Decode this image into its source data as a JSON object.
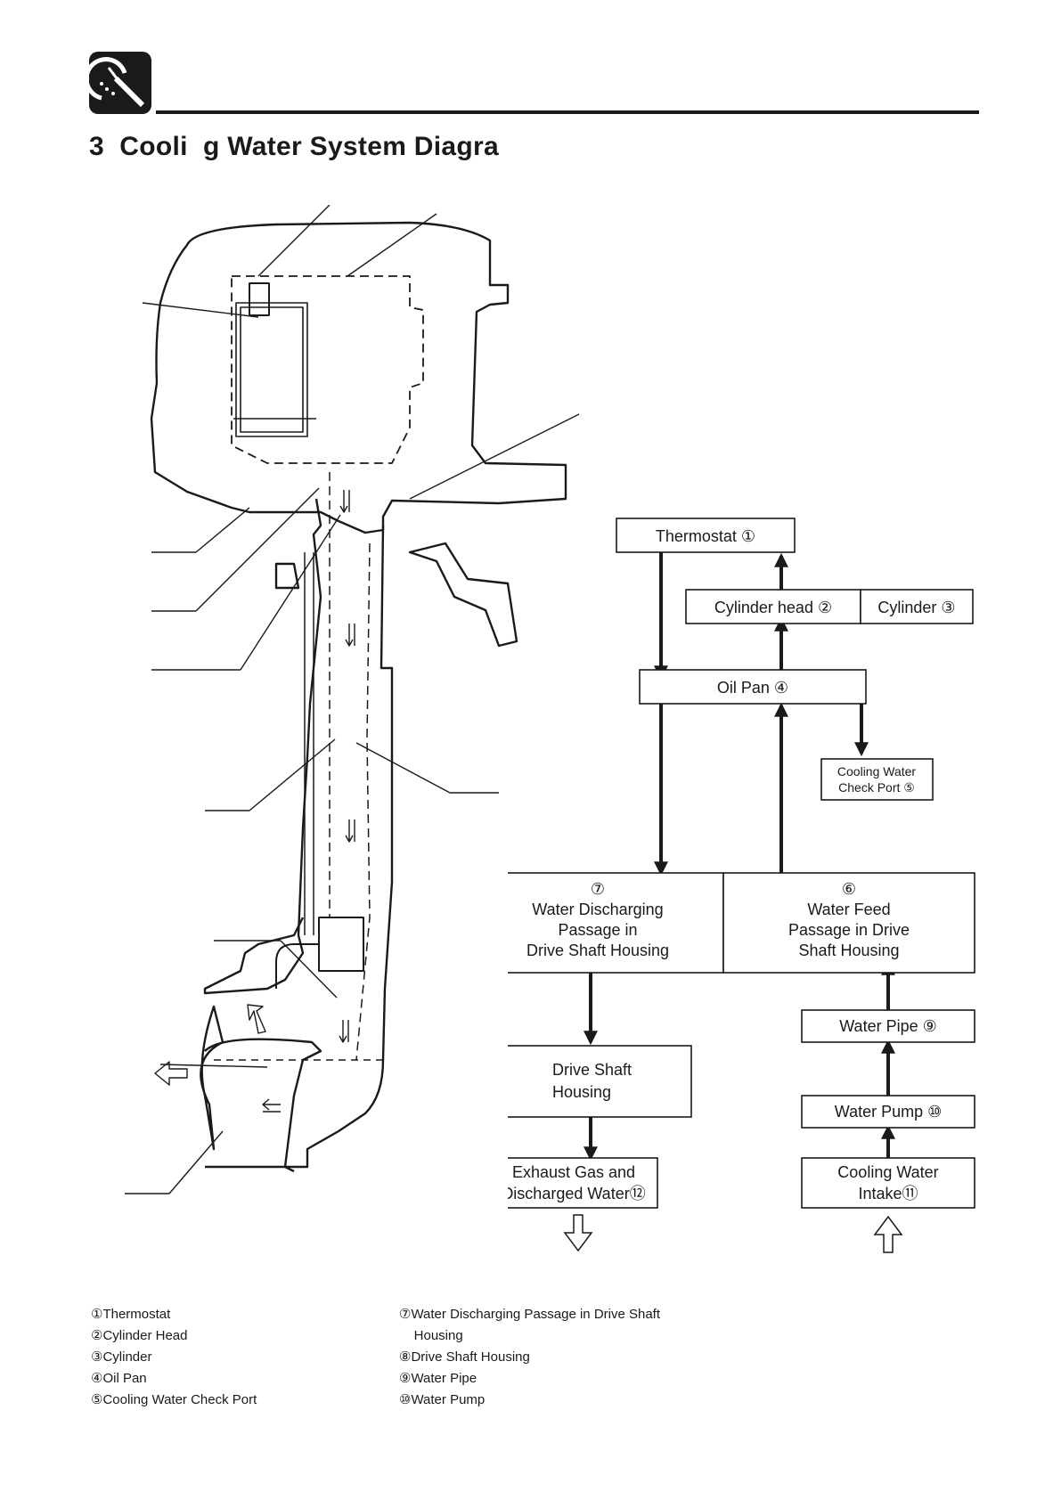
{
  "header": {
    "icon": "micrometer-icon",
    "title": "3  Cooli  g Water System Diagra"
  },
  "flow": {
    "thermostat": "Thermostat ①",
    "cylinder_head": "Cylinder head ②",
    "cylinder": "Cylinder ③",
    "oil_pan": "Oil Pan ④",
    "check_port_l1": "Cooling Water",
    "check_port_l2": "Check Port ⑤",
    "discharging_num": "⑦",
    "discharging_l1": "Water Discharging",
    "discharging_l2": "Passage in",
    "discharging_l3": "Drive Shaft Housing",
    "feed_num": "⑥",
    "feed_l1": "Water Feed",
    "feed_l2": "Passage in Drive",
    "feed_l3": "Shaft Housing",
    "drive_shaft_l1": "Drive Shaft",
    "drive_shaft_l2": "Housing",
    "water_pipe": "Water Pipe ⑨",
    "water_pump": "Water Pump ⑩",
    "exhaust_l1": "Exhaust Gas and",
    "exhaust_l2": "Discharged Water⑫",
    "intake_l1": "Cooling Water",
    "intake_l2": "Intake⑪"
  },
  "legend": {
    "left": [
      "①Thermostat",
      "②Cylinder Head",
      "③Cylinder",
      "④Oil Pan",
      "⑤Cooling Water Check Port"
    ],
    "right": [
      "⑦Water Discharging Passage in Drive Shaft",
      "    Housing",
      "⑧Drive Shaft Housing",
      "⑨Water Pipe",
      "⑩Water Pump"
    ]
  },
  "colors": {
    "ink": "#1a1a1a",
    "background": "#ffffff"
  }
}
